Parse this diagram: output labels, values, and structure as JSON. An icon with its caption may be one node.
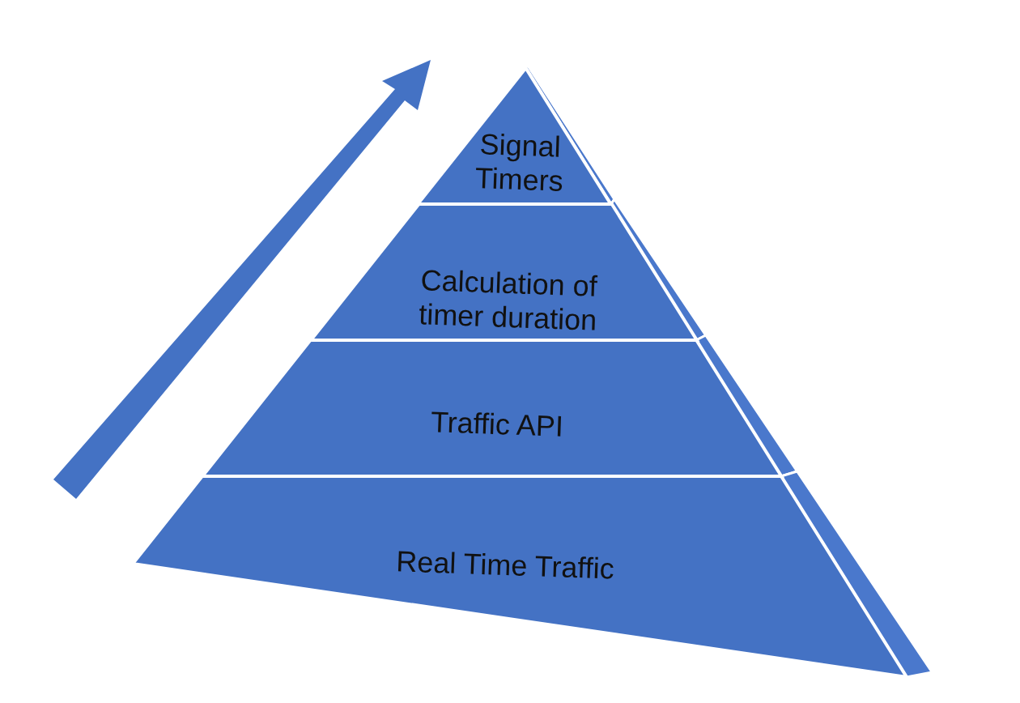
{
  "diagram": {
    "nodes": [
      {
        "text": [
          "Signal Timers"
        ]
      },
      {
        "text": [
          "Calculation of timer duration"
        ]
      },
      {
        "text": [
          "Traffic API"
        ]
      },
      {
        "text": [
          "Real Time Traffic"
        ]
      }
    ]
  }
}
